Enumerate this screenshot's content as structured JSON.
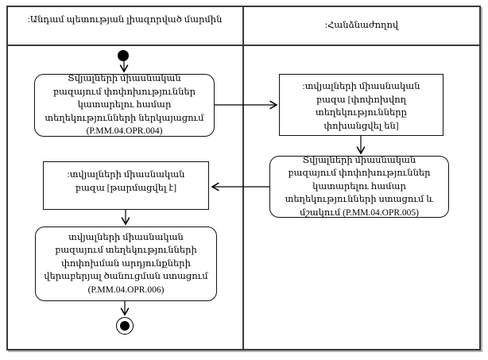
{
  "diagram": {
    "title_hint": "activity-swimlane-diagram",
    "lanes": [
      {
        "label": ":Անդամ պետության լիազորված մարմին"
      },
      {
        "label": ":Հանձնաժողով"
      }
    ],
    "nodes": {
      "action_004": {
        "label": "Տվյալների միասնական բազայում փոփոխություններ կատարելու համար տեղեկությունների ներկայացում (P.MM.04.OPR.004)",
        "type": "action",
        "lane": 0
      },
      "object_transferred": {
        "label": ":տվյալների միասնական բազա [փոփոխվող տեղեկությունները փոխանցվել են]",
        "type": "object",
        "lane": 1
      },
      "action_005": {
        "label": "Տվյալների միասնական բազայում փոփոխություններ կատարելու համար տեղեկությունների ստացում և մշակում (P.MM.04.OPR.005)",
        "type": "action",
        "lane": 1
      },
      "object_updated": {
        "label": ":տվյալների միասնական բազա [թարմացվել է]",
        "type": "object",
        "lane": 0
      },
      "action_006": {
        "label": "տվյալների միասնական բազայում տեղեկությունների փոփոխման արդյունքների վերաբերյալ ծանուցման ստացում (P.MM.04.OPR.006)",
        "type": "action",
        "lane": 0
      },
      "start": {
        "type": "initial-node",
        "lane": 0
      },
      "final": {
        "type": "activity-final-node",
        "lane": 0
      }
    },
    "edges": [
      {
        "from": "start",
        "to": "action_004"
      },
      {
        "from": "action_004",
        "to": "object_transferred"
      },
      {
        "from": "object_transferred",
        "to": "action_005"
      },
      {
        "from": "action_005",
        "to": "object_updated"
      },
      {
        "from": "object_updated",
        "to": "action_006"
      },
      {
        "from": "action_006",
        "to": "final"
      }
    ],
    "colors": {
      "line": "#000000",
      "frame_border": "#3a3a3a",
      "node_border": "#111111",
      "background": "#ffffff"
    }
  }
}
